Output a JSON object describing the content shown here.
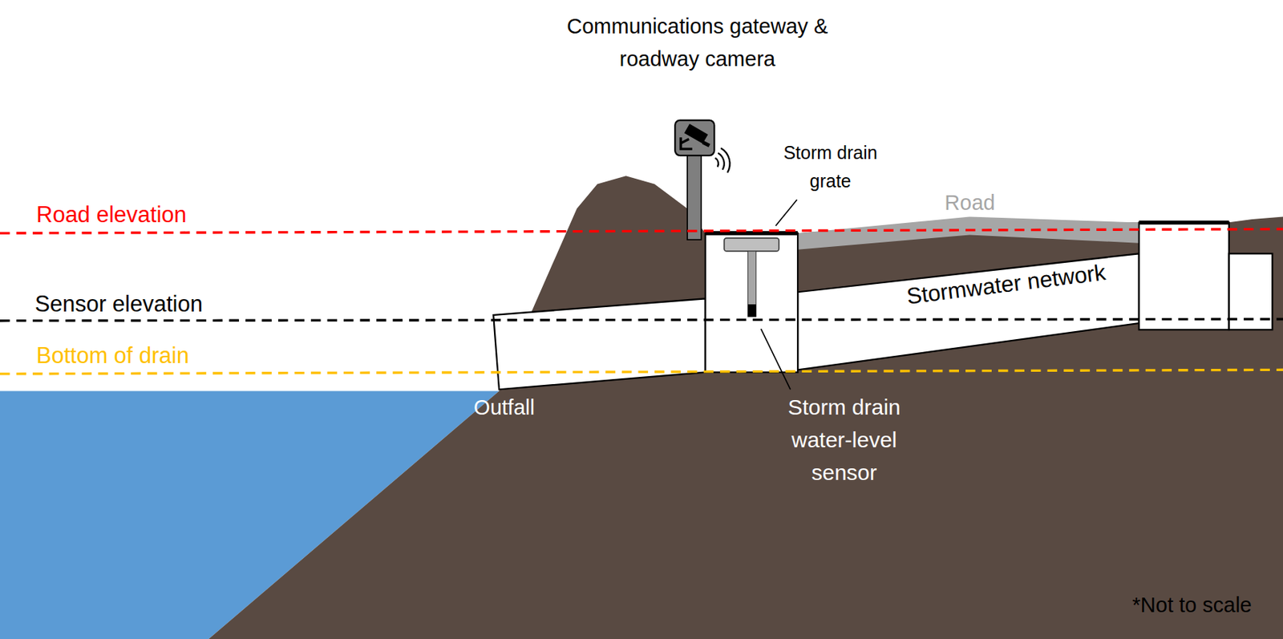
{
  "diagram": {
    "labels": [
      "Communications gateway & roadway camera",
      "Storm drain grate",
      "Road",
      "Road elevation",
      "Sensor elevation",
      "Bottom of drain",
      "Stormwater network",
      "Outfall",
      "Storm drain water-level sensor",
      "*Not to scale"
    ]
  }
}
